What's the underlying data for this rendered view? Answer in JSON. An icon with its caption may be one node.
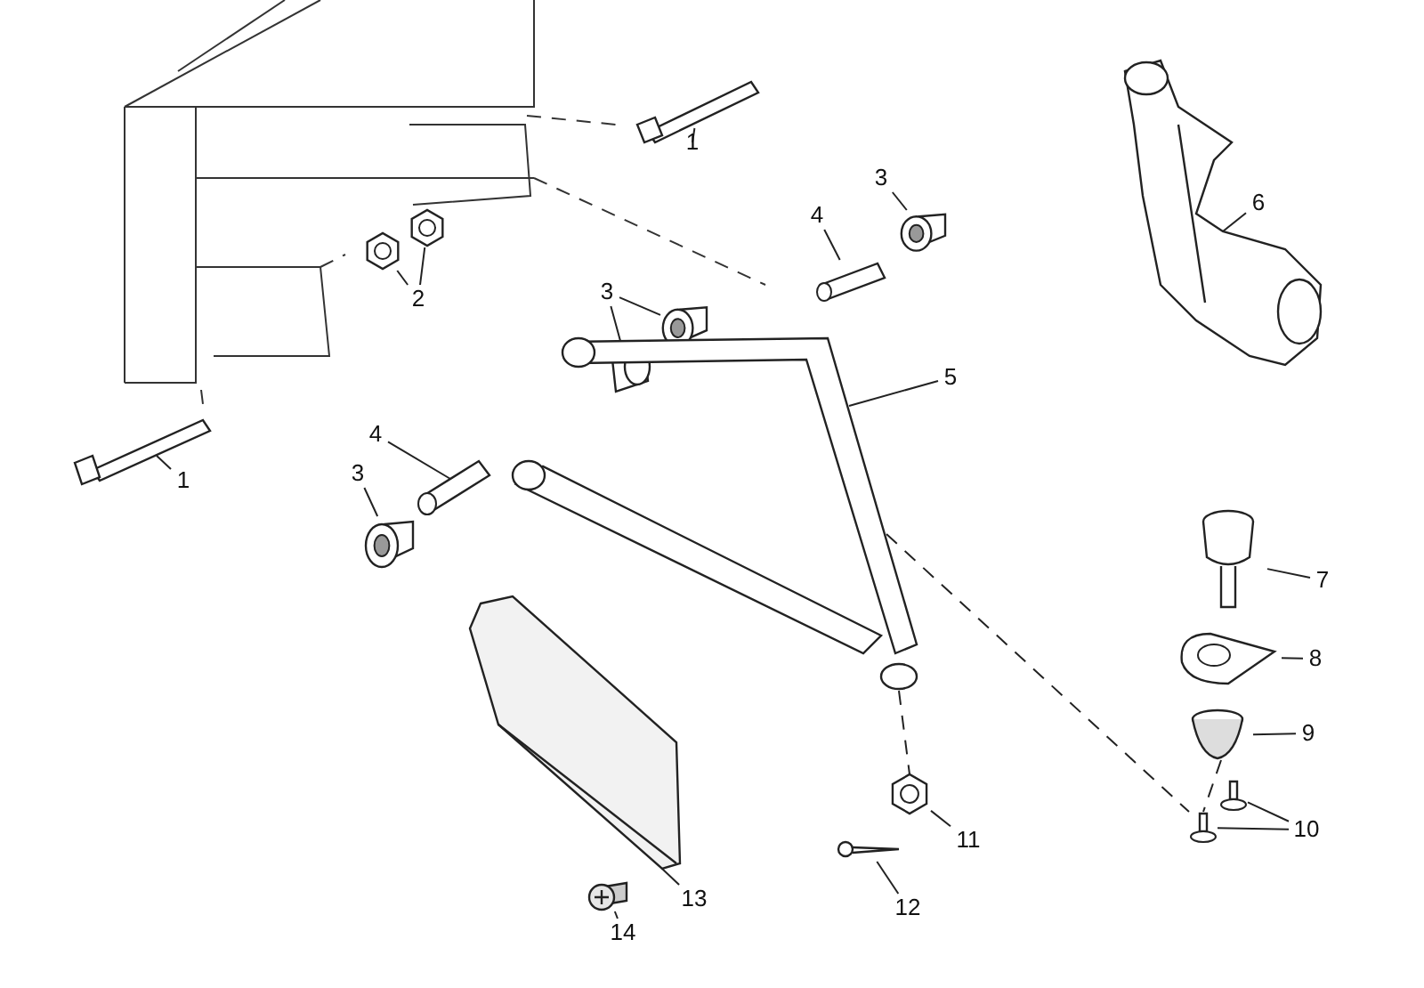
{
  "diagram": {
    "nodes": [
      {
        "text": [
          "1"
        ]
      },
      {
        "text": [],
        "shape": "picture"
      },
      {
        "text": [
          "3"
        ]
      },
      {
        "text": [],
        "shape": "picture"
      },
      {
        "text": [
          "4"
        ]
      },
      {
        "text": [],
        "shape": "picture"
      },
      {
        "text": [
          "6"
        ]
      },
      {
        "text": [],
        "shape": "picture"
      },
      {
        "text": [
          "2"
        ]
      },
      {
        "text": [],
        "shape": "picture"
      },
      {
        "text": [],
        "shape": "picture"
      },
      {
        "text": [
          "3"
        ]
      },
      {
        "text": [],
        "shape": "picture"
      },
      {
        "text": [],
        "shape": "picture"
      },
      {
        "text": [
          "5"
        ]
      },
      {
        "text": [],
        "shape": "picture"
      },
      {
        "text": [
          "1"
        ]
      },
      {
        "text": [],
        "shape": "picture"
      },
      {
        "text": [
          "4"
        ]
      },
      {
        "text": [],
        "shape": "picture"
      },
      {
        "text": [
          "3"
        ]
      },
      {
        "text": [],
        "shape": "picture"
      },
      {
        "text": [
          "7"
        ]
      },
      {
        "text": [],
        "shape": "picture"
      },
      {
        "text": [
          "8"
        ]
      },
      {
        "text": [],
        "shape": "picture"
      },
      {
        "text": [
          "9"
        ]
      },
      {
        "text": [],
        "shape": "picture"
      },
      {
        "text": [
          "10"
        ]
      },
      {
        "text": [],
        "shape": "picture"
      },
      {
        "text": [],
        "shape": "picture"
      },
      {
        "text": [
          "11"
        ]
      },
      {
        "text": [],
        "shape": "picture"
      },
      {
        "text": [
          "12"
        ]
      },
      {
        "text": [],
        "shape": "picture"
      },
      {
        "text": [
          "13"
        ]
      },
      {
        "text": [],
        "shape": "picture"
      },
      {
        "text": [
          "14"
        ]
      },
      {
        "text": [],
        "shape": "picture"
      }
    ],
    "edges": [
      {
        "from": 0,
        "to": 1,
        "arrow": "none"
      },
      {
        "from": 2,
        "to": 3,
        "arrow": "none"
      },
      {
        "from": 4,
        "to": 5,
        "arrow": "none"
      },
      {
        "from": 6,
        "to": 7,
        "arrow": "none"
      },
      {
        "from": 8,
        "to": 9,
        "arrow": "none"
      },
      {
        "from": 8,
        "to": 10,
        "arrow": "none"
      },
      {
        "from": 11,
        "to": 12,
        "arrow": "none"
      },
      {
        "from": 11,
        "to": 13,
        "arrow": "none"
      },
      {
        "from": 14,
        "to": 15,
        "arrow": "none"
      },
      {
        "from": 16,
        "to": 17,
        "arrow": "none"
      },
      {
        "from": 18,
        "to": 19,
        "arrow": "none"
      },
      {
        "from": 20,
        "to": 21,
        "arrow": "none"
      },
      {
        "from": 22,
        "to": 23,
        "arrow": "none"
      },
      {
        "from": 24,
        "to": 25,
        "arrow": "none"
      },
      {
        "from": 26,
        "to": 27,
        "arrow": "none"
      },
      {
        "from": 28,
        "to": 29,
        "arrow": "none"
      },
      {
        "from": 28,
        "to": 30,
        "arrow": "none"
      },
      {
        "from": 31,
        "to": 32,
        "arrow": "none"
      },
      {
        "from": 33,
        "to": 34,
        "arrow": "none"
      },
      {
        "from": 35,
        "to": 36,
        "arrow": "none"
      },
      {
        "from": 37,
        "to": 38,
        "arrow": "none"
      },
      {
        "from": 15,
        "to": 30,
        "arrow": "none",
        "style": "dashed"
      },
      {
        "from": 27,
        "to": 30,
        "arrow": "none",
        "style": "dashed"
      },
      {
        "from": 15,
        "to": 32,
        "arrow": "none",
        "style": "dashed"
      }
    ]
  }
}
